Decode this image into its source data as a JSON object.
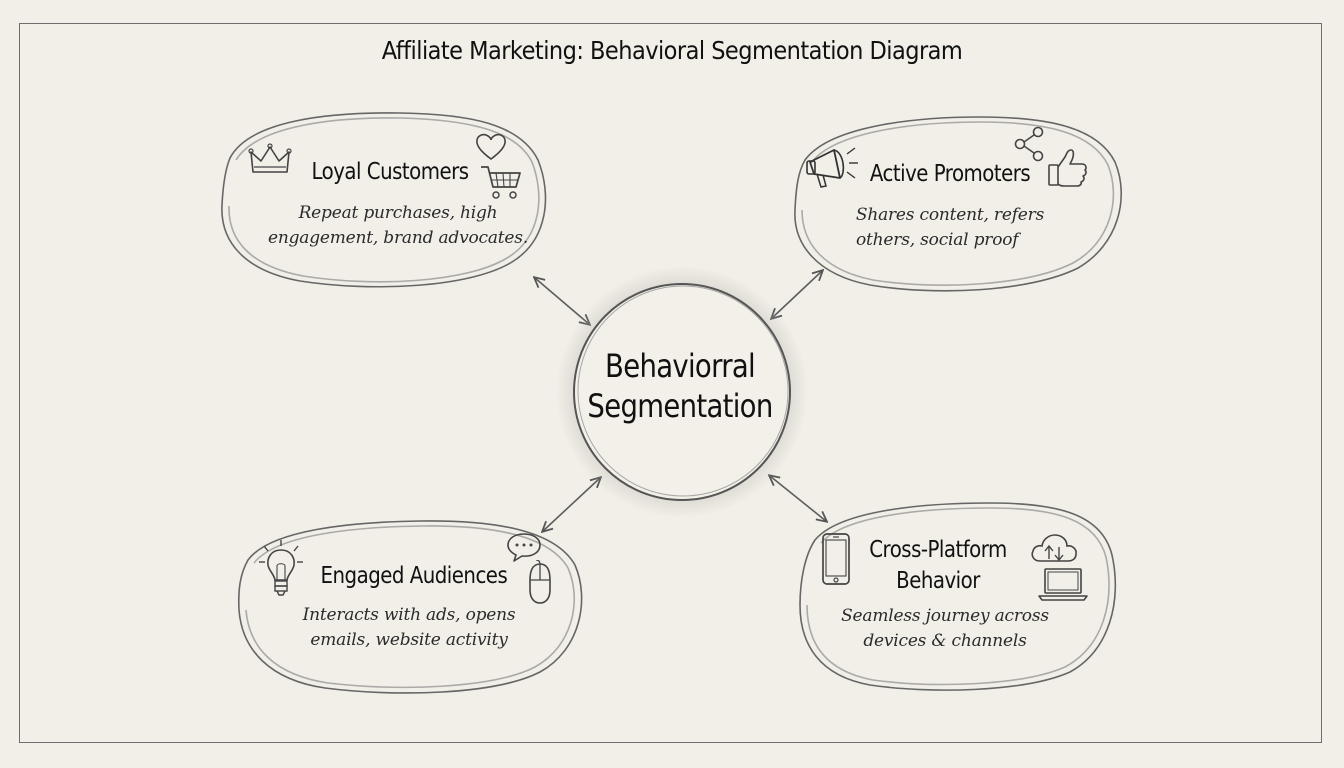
{
  "title": "Affiliate Marketing: Behavioral Segmentation Diagram",
  "center": {
    "line1": "Behaviorral",
    "line2": "Segmentation"
  },
  "segments": [
    {
      "title": "Loyal Customers",
      "description_line1": "Repeat purchases, high",
      "description_line2": "engagement, brand advocates.",
      "icons": [
        "crown-icon",
        "heart-icon",
        "shopping-cart-icon"
      ]
    },
    {
      "title": "Active Promoters",
      "description_line1": "Shares content, refers",
      "description_line2": "others, social proof",
      "icons": [
        "megaphone-icon",
        "share-icon",
        "thumbs-up-icon"
      ]
    },
    {
      "title": "Engaged Audiences",
      "description_line1": "Interacts with ads, opens",
      "description_line2": "emails, website activity",
      "icons": [
        "lightbulb-icon",
        "chat-bubble-icon",
        "mouse-icon"
      ]
    },
    {
      "title_line1": "Cross-Platform",
      "title_line2": "Behavior",
      "description_line1": "Seamless journey across",
      "description_line2": "devices & channels",
      "icons": [
        "smartphone-icon",
        "cloud-sync-icon",
        "laptop-icon"
      ]
    }
  ],
  "colors": {
    "background": "#f1efe8",
    "stroke": "#5a5a5a",
    "text": "#111111"
  }
}
